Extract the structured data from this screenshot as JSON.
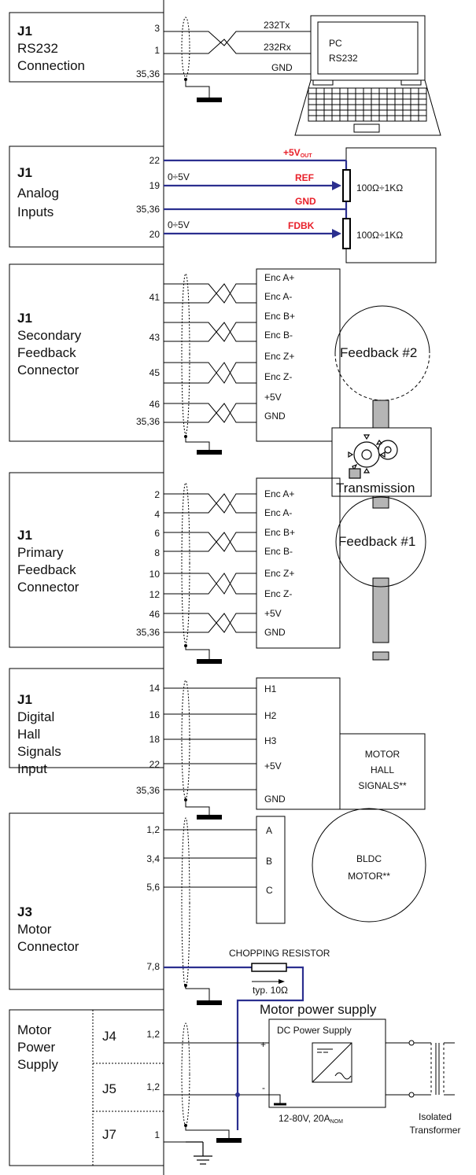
{
  "rs232": {
    "title_j": "J1",
    "title1": "RS232",
    "title2": "Connection",
    "pins": [
      "3",
      "1",
      "35,36"
    ],
    "signals": [
      "232Tx",
      "232Rx",
      "GND"
    ],
    "pc_line1": "PC",
    "pc_line2": "RS232"
  },
  "analog": {
    "title_j": "J1",
    "title1": "Analog",
    "title2": "Inputs",
    "pins": [
      "22",
      "19",
      "35,36",
      "20"
    ],
    "range1": "0÷5V",
    "range2": "0÷5V",
    "plus5": "+5V",
    "plus5_sub": "OUT",
    "ref": "REF",
    "gnd": "GND",
    "fdbk": "FDBK",
    "pot1": "100Ω÷1KΩ",
    "pot2": "100Ω÷1KΩ"
  },
  "secondary": {
    "title_j": "J1",
    "title1": "Secondary",
    "title2": "Feedback",
    "title3": "Connector",
    "pins": [
      "41",
      "43",
      "45",
      "46",
      "35,36"
    ],
    "signals": [
      "Enc A+",
      "Enc A-",
      "Enc B+",
      "Enc B-",
      "Enc Z+",
      "Enc Z-",
      "+5V",
      "GND"
    ],
    "feedback": "Feedback #2",
    "transmission": "Transmission"
  },
  "primary": {
    "title_j": "J1",
    "title1": "Primary",
    "title2": "Feedback",
    "title3": "Connector",
    "pins": [
      "2",
      "4",
      "6",
      "8",
      "10",
      "12",
      "46",
      "35,36"
    ],
    "signals": [
      "Enc A+",
      "Enc A-",
      "Enc B+",
      "Enc B-",
      "Enc Z+",
      "Enc Z-",
      "+5V",
      "GND"
    ],
    "feedback": "Feedback #1"
  },
  "hall": {
    "title_j": "J1",
    "title1": "Digital",
    "title2": "Hall",
    "title3": "Signals",
    "title4": "Input",
    "pins": [
      "14",
      "16",
      "18",
      "22",
      "35,36"
    ],
    "signals": [
      "H1",
      "H2",
      "H3",
      "+5V",
      "GND"
    ],
    "motor1": "MOTOR",
    "motor2": "HALL",
    "motor3": "SIGNALS**"
  },
  "motor": {
    "title_j": "J3",
    "title1": "Motor",
    "title2": "Connector",
    "pins": [
      "1,2",
      "3,4",
      "5,6",
      "7,8"
    ],
    "phases": [
      "A",
      "B",
      "C"
    ],
    "bldc1": "BLDC",
    "bldc2": "MOTOR**",
    "chopping": "CHOPPING RESISTOR",
    "chopping_val": "typ. 10Ω"
  },
  "power": {
    "title1": "Motor",
    "title2": "Power",
    "title3": "Supply",
    "connectors": [
      "J4",
      "J5",
      "J7"
    ],
    "pins": [
      "1,2",
      "1,2",
      "1"
    ],
    "mps_label": "Motor power supply",
    "dc_label": "DC Power Supply",
    "plus": "+",
    "minus": "-",
    "rating": "12-80V, 20A",
    "rating_sub": "NOM",
    "transformer1": "Isolated",
    "transformer2": "Transformer"
  }
}
